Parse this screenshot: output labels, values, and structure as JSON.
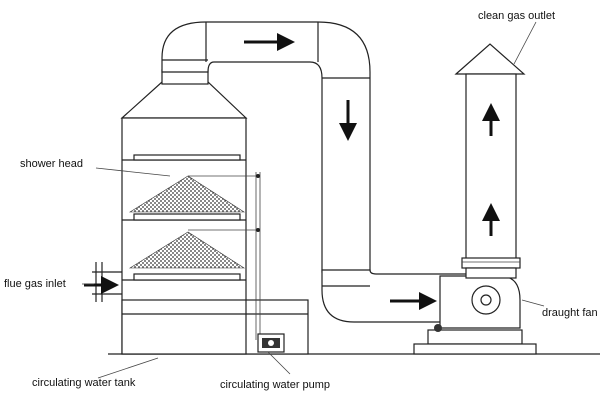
{
  "labels": {
    "clean_gas_outlet": "clean gas outlet",
    "shower_head": "shower head",
    "flue_gas_inlet": "flue gas inlet",
    "draught_fan": "draught fan",
    "circulating_water_tank": "circulating water tank",
    "circulating_water_pump": "circulating water pump"
  }
}
